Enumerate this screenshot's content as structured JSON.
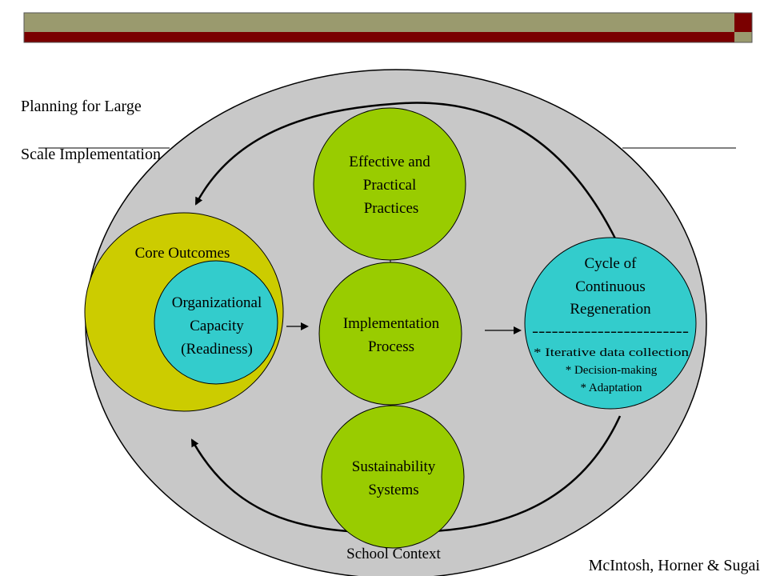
{
  "title_lines": [
    "Planning for Large",
    "Scale Implementation"
  ],
  "credit": "McIntosh, Horner & Sugai",
  "colors": {
    "header_bar_olive": "#9a9a6e",
    "header_bar_dark_red": "#7a0000",
    "context_ellipse": "#c8c8c8",
    "outcomes_circle": "#cccc00",
    "capacity_circle": "#33cccc",
    "process_circles": "#99cc00",
    "regeneration_circle": "#33cccc",
    "outline": "#000000"
  },
  "diagram": {
    "context_label": "School Context",
    "core_outcomes_label": "Core Outcomes",
    "capacity_lines": [
      "Organizational",
      "Capacity",
      "(Readiness)"
    ],
    "practices_lines": [
      "Effective and",
      "Practical",
      "Practices"
    ],
    "process_lines": [
      "Implementation",
      "Process"
    ],
    "sustainability_lines": [
      "Sustainability",
      "Systems"
    ],
    "regeneration_lines": [
      "Cycle of",
      "Continuous",
      "Regeneration"
    ],
    "regeneration_divider": "------------------------",
    "regeneration_items": [
      "* Iterative data collection",
      "* Decision-making",
      "* Adaptation"
    ]
  }
}
